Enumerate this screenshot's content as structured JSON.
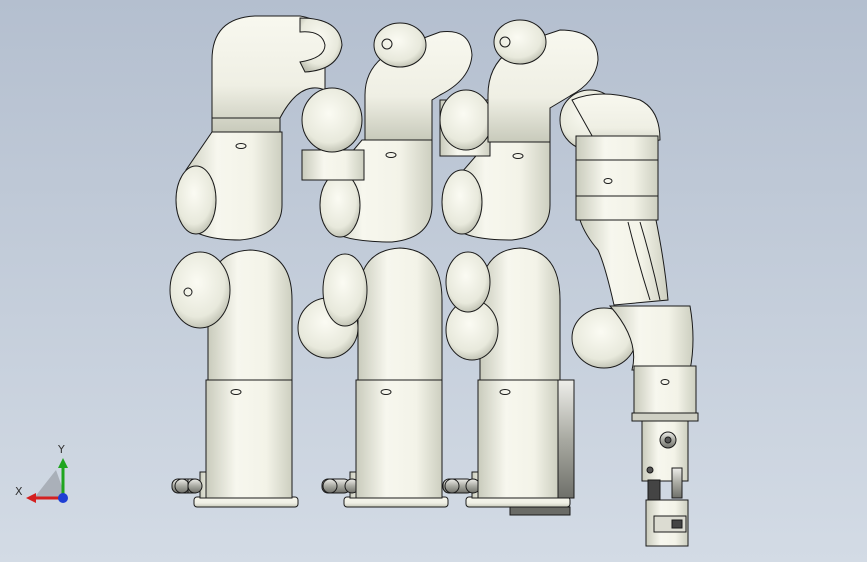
{
  "viewport": {
    "background_top": "#b4bfcf",
    "background_bottom": "#d3dbe5"
  },
  "model": {
    "body_color": "#f4f4ea",
    "shade_color": "#cfd1c2",
    "edge_color": "#1a1a1a",
    "tool_color": "#e6e6dc",
    "robot_count": 4
  },
  "triad": {
    "x_label": "X",
    "y_label": "Y",
    "x_color": "#d42020",
    "y_color": "#1fa51f",
    "z_color": "#1f3fd4"
  }
}
